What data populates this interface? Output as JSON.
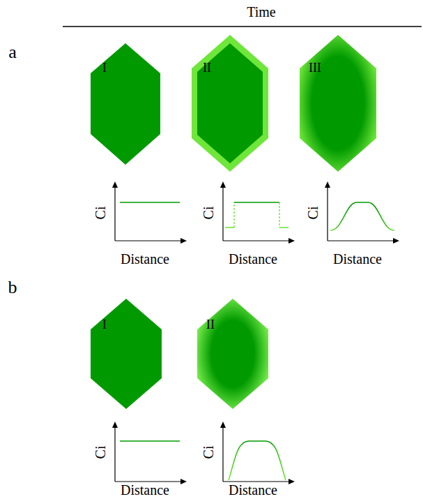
{
  "diagram": {
    "labels": [
      "Time",
      "a",
      "I",
      "II",
      "III",
      "Ci",
      "Distance",
      "Ci",
      "Distance",
      "Ci",
      "Distance",
      "b",
      "I",
      "II",
      "Ci",
      "Distance",
      "Ci",
      "Distance"
    ]
  }
}
